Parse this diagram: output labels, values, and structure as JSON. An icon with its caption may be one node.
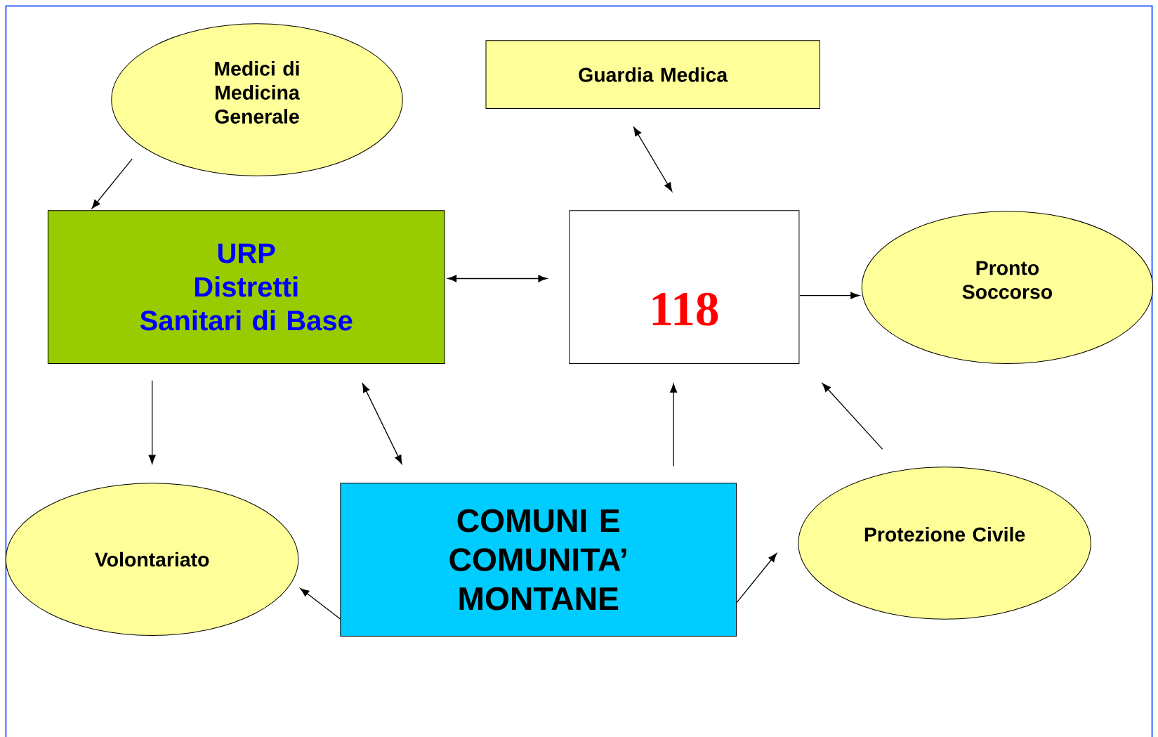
{
  "diagram": {
    "nodes": [
      {
        "text": [
          "Medici di Medicina Generale"
        ]
      },
      {
        "text": [
          "Guardia Medica"
        ]
      },
      {
        "text": [
          "URP",
          "Distretti Sanitari di Base"
        ]
      },
      {
        "text": [
          "118"
        ]
      },
      {
        "text": [
          "Pronto Soccorso"
        ]
      },
      {
        "text": [
          "Volontariato"
        ]
      },
      {
        "text": [
          "COMUNI E COMUNITA’ MONTANE"
        ]
      },
      {
        "text": [
          "Protezione Civile"
        ]
      }
    ],
    "edges": [
      {
        "from": 0,
        "to": 2,
        "arrow": "to"
      },
      {
        "from": 1,
        "to": 3,
        "arrow": "both"
      },
      {
        "from": 2,
        "to": 3,
        "arrow": "both"
      },
      {
        "from": 3,
        "to": 4,
        "arrow": "to"
      },
      {
        "from": 2,
        "to": 5,
        "arrow": "to"
      },
      {
        "from": 2,
        "to": 6,
        "arrow": "both"
      },
      {
        "from": 6,
        "to": 3,
        "arrow": "to"
      },
      {
        "from": 7,
        "to": 3,
        "arrow": "to"
      },
      {
        "from": 6,
        "to": 5,
        "arrow": "to"
      },
      {
        "from": 6,
        "to": 7,
        "arrow": "to"
      }
    ]
  }
}
